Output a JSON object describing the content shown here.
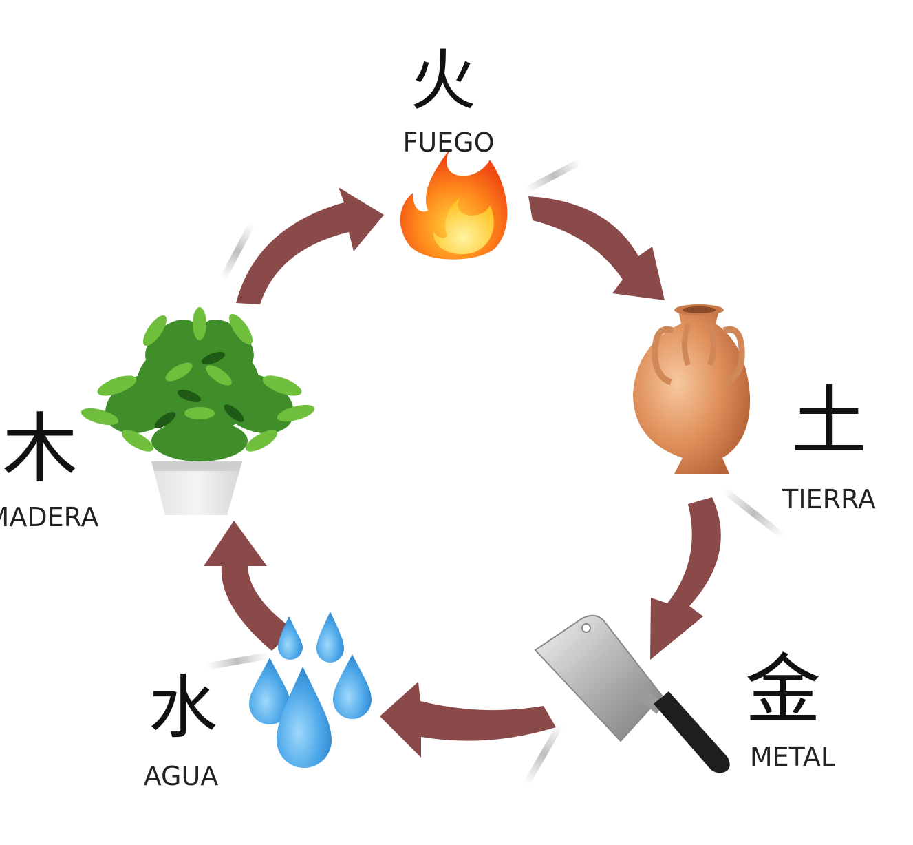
{
  "colors": {
    "arrow": "#8a4a4a",
    "text": "#111111",
    "background": "#ffffff"
  },
  "elements": {
    "fire": {
      "kanji": "火",
      "label": "FUEGO",
      "icon": "flame-icon"
    },
    "earth": {
      "kanji": "土",
      "label": "TIERRA",
      "icon": "vase-icon"
    },
    "metal": {
      "kanji": "金",
      "label": "METAL",
      "icon": "cleaver-icon"
    },
    "water": {
      "kanji": "水",
      "label": "AGUA",
      "icon": "water-drops-icon"
    },
    "wood": {
      "kanji": "木",
      "label": "MADERA",
      "icon": "potted-plant-icon"
    }
  },
  "cycle": [
    "wood",
    "fire",
    "earth",
    "metal",
    "water",
    "wood"
  ]
}
